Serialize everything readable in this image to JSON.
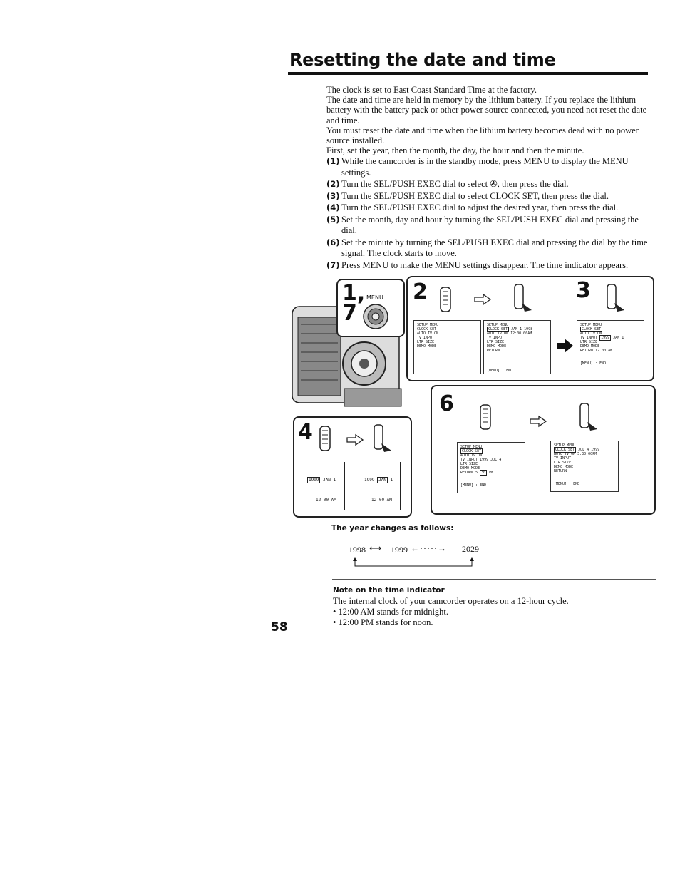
{
  "title": "Resetting the date and time",
  "intro": [
    "The clock is set to East Coast Standard Time at the factory.",
    "The date and time are held in memory by the lithium battery. If you replace the lithium battery with the battery pack or other power source connected, you need not reset the date and time.",
    "You must reset the date and time when the lithium battery becomes dead with no power source installed.",
    "First, set the year, then the month, the day, the hour and then the minute."
  ],
  "steps": [
    {
      "num": "(1)",
      "text": "While the camcorder is in the standby mode, press MENU to display the MENU settings."
    },
    {
      "num": "(2)",
      "text": "Turn the SEL/PUSH EXEC dial to select ✇, then press the dial."
    },
    {
      "num": "(3)",
      "text": "Turn the SEL/PUSH EXEC dial to select CLOCK SET, then press the dial."
    },
    {
      "num": "(4)",
      "text": "Turn the SEL/PUSH EXEC dial to adjust the desired year, then press the dial."
    },
    {
      "num": "(5)",
      "text": "Set the month, day and hour by turning the SEL/PUSH EXEC dial and pressing the dial."
    },
    {
      "num": "(6)",
      "text": "Set the minute by turning the SEL/PUSH EXEC dial and pressing the dial by the time signal. The clock starts to move."
    },
    {
      "num": "(7)",
      "text": "Press MENU to make the MENU settings disappear. The time indicator appears."
    }
  ],
  "figure": {
    "label_1_7_a": "1,",
    "label_1_7_b": "7",
    "menu_label": "MENU",
    "label_2": "2",
    "label_3": "3",
    "label_4": "4",
    "label_6": "6",
    "screen2a": [
      "SETUP MENU",
      "CLOCK SET",
      "AUTO TV ON",
      "TV INPUT",
      "LTR SIZE",
      "DEMO MODE"
    ],
    "screen2b": {
      "title": "SETUP MENU",
      "hl": "CLOCK SET",
      "date": "JAN 1 1998",
      "time": "12:00:00AM",
      "items": [
        "AUTO TV ON",
        "TV INPUT",
        "LTR SIZE",
        "DEMO MODE",
        "RETURN"
      ],
      "foot": "[MENU] : END"
    },
    "screen3": {
      "title": "SETUP MENU",
      "hl": "CLOCK SET",
      "year": "1999",
      "rest": "JAN 1",
      "time": "12 00 AM",
      "items": [
        "AUTO TV ON",
        "TV INPUT",
        "LTR SIZE",
        "DEMO MODE",
        "RETURN"
      ],
      "foot": "[MENU] : END"
    },
    "screen4a": {
      "year": "1999",
      "rest": "JAN 1",
      "time": "12 00 AM"
    },
    "screen4b": {
      "year": "1999",
      "month": "JAN",
      "day": "1",
      "time": "12 00 AM"
    },
    "screen6a": {
      "title": "SETUP MENU",
      "hl": "CLOCK SET",
      "date": "1999 JUL 4",
      "hour": "5",
      "min": "30",
      "ampm": "PM",
      "items": [
        "AUTO TV ON",
        "TV INPUT",
        "LTR SIZE",
        "DEMO MODE",
        "RETURN"
      ],
      "foot": "[MENU] : END"
    },
    "screen6b": {
      "title": "SETUP MENU",
      "hl": "CLOCK SET",
      "date": "JUL 4 1999",
      "time": "5:30:00PM",
      "items": [
        "AUTO TV ON",
        "TV INPUT",
        "LTR SIZE",
        "DEMO MODE",
        "RETURN"
      ],
      "foot": "[MENU] : END"
    }
  },
  "year_heading": "The year changes as follows:",
  "year_seq": {
    "a": "1998",
    "b": "1999",
    "c": "2029"
  },
  "note_heading": "Note on the time indicator",
  "note_text": "The internal clock of your camcorder operates on a 12-hour cycle.",
  "note_bullets": [
    "• 12:00 AM stands for midnight.",
    "• 12:00 PM stands for noon."
  ],
  "page_number": "58"
}
